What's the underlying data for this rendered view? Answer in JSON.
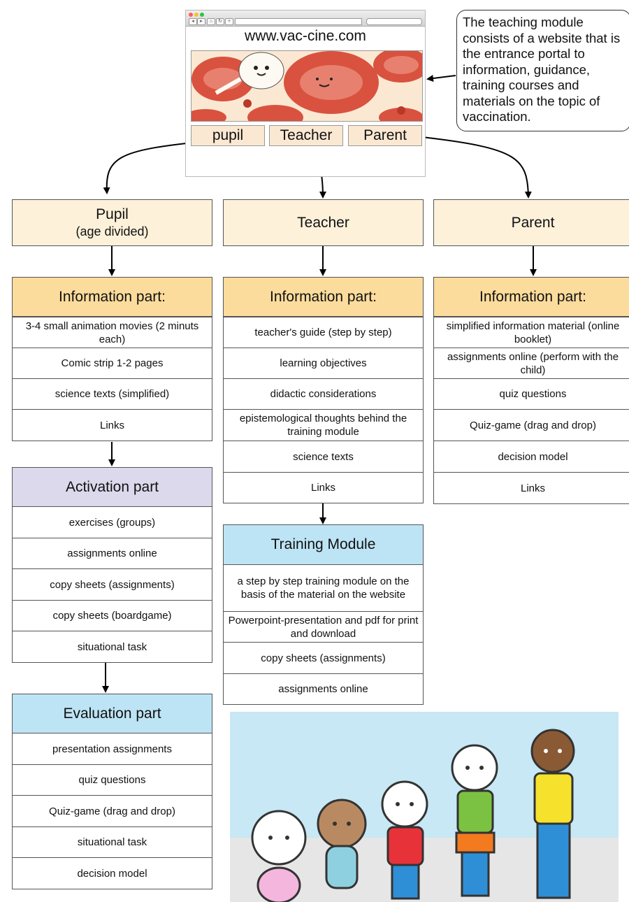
{
  "website": {
    "url_text": "www.vac-cine.com",
    "tabs": [
      "pupil",
      "Teacher",
      "Parent"
    ]
  },
  "callout": {
    "text": "The teaching module consists of a website that is the entrance portal to information, guidance, training courses and materials on the topic of vaccination."
  },
  "columns": {
    "pupil": {
      "title": "Pupil",
      "subtitle": "(age divided)",
      "information": {
        "header": "Information part:",
        "items": [
          "3-4 small animation movies (2 minuts each)",
          "Comic strip 1-2 pages",
          "science texts (simplified)",
          "Links"
        ]
      },
      "activation": {
        "header": "Activation part",
        "items": [
          "exercises (groups)",
          "assignments online",
          "copy sheets (assignments)",
          "copy sheets (boardgame)",
          "situational task"
        ]
      },
      "evaluation": {
        "header": "Evaluation part",
        "items": [
          "presentation assignments",
          "quiz questions",
          "Quiz-game (drag and drop)",
          "situational task",
          "decision model"
        ]
      }
    },
    "teacher": {
      "title": "Teacher",
      "information": {
        "header": "Information part:",
        "items": [
          "teacher's guide (step by step)",
          "learning objectives",
          "didactic considerations",
          "epistemological thoughts behind the training module",
          "science texts",
          "Links"
        ]
      },
      "training": {
        "header": "Training Module",
        "items": [
          "a step by step training module on the basis of the material on the website",
          "Powerpoint-presentation and pdf for print and download",
          "copy sheets (assignments)",
          "assignments online"
        ]
      }
    },
    "parent": {
      "title": "Parent",
      "information": {
        "header": "Information part:",
        "items": [
          "simplified  information material (online booklet)",
          "assignments online (perform with the child)",
          "quiz questions",
          "Quiz-game (drag and drop)",
          "decision model",
          "Links"
        ]
      }
    }
  },
  "colors": {
    "role_fill": "#fdf1da",
    "info_header": "#fcdc9c",
    "activation_header": "#ddd9ec",
    "blue_header": "#bde4f5"
  }
}
